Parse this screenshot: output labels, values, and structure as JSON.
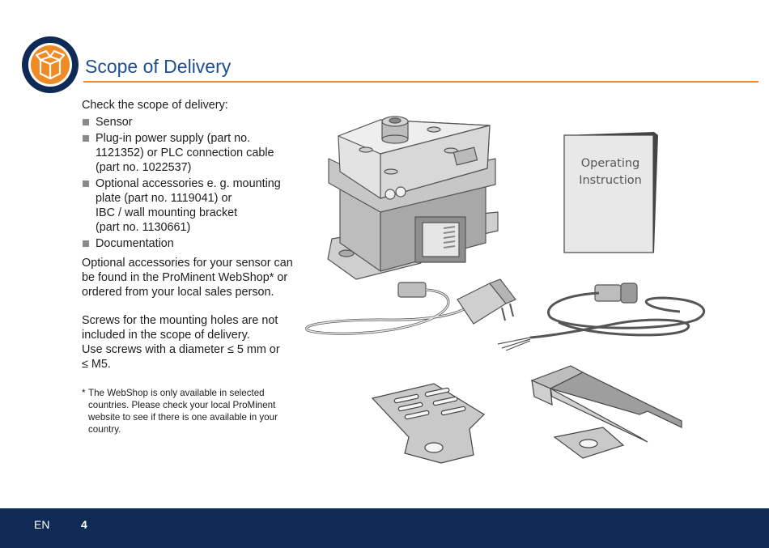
{
  "header": {
    "title": "Scope of Delivery",
    "icon": "open-box-icon",
    "accent_color": "#f08a24",
    "title_color": "#1e4f8c"
  },
  "content": {
    "intro": "Check the scope of delivery:",
    "items": [
      {
        "lines": [
          "Sensor"
        ]
      },
      {
        "lines": [
          "Plug-in power supply (part no.",
          "1121352) or PLC connection cable",
          "(part no. 1022537)"
        ]
      },
      {
        "lines": [
          "Optional accessories e. g. mounting",
          "plate (part no. 1119041) or",
          "IBC / wall mounting bracket",
          "(part no. 1130661)"
        ]
      },
      {
        "lines": [
          "Documentation"
        ]
      }
    ],
    "para1": [
      "Optional accessories for your sensor can",
      "be found in the ProMinent WebShop* or",
      "ordered from your local sales person."
    ],
    "para2": [
      "Screws for the mounting holes are not",
      "included in the scope of delivery.",
      "Use screws with a diameter ≤ 5 mm or",
      "≤ M5."
    ],
    "footnote_star": "*",
    "footnote": [
      "The WebShop is only available in selected",
      "countries. Please check your local ProMinent",
      "website to see if there is one available in your",
      "country."
    ]
  },
  "illustration": {
    "manual_title": [
      "Operating",
      "Instruction"
    ]
  },
  "footer": {
    "lang": "EN",
    "page": "4",
    "color": "#0f2a54"
  }
}
